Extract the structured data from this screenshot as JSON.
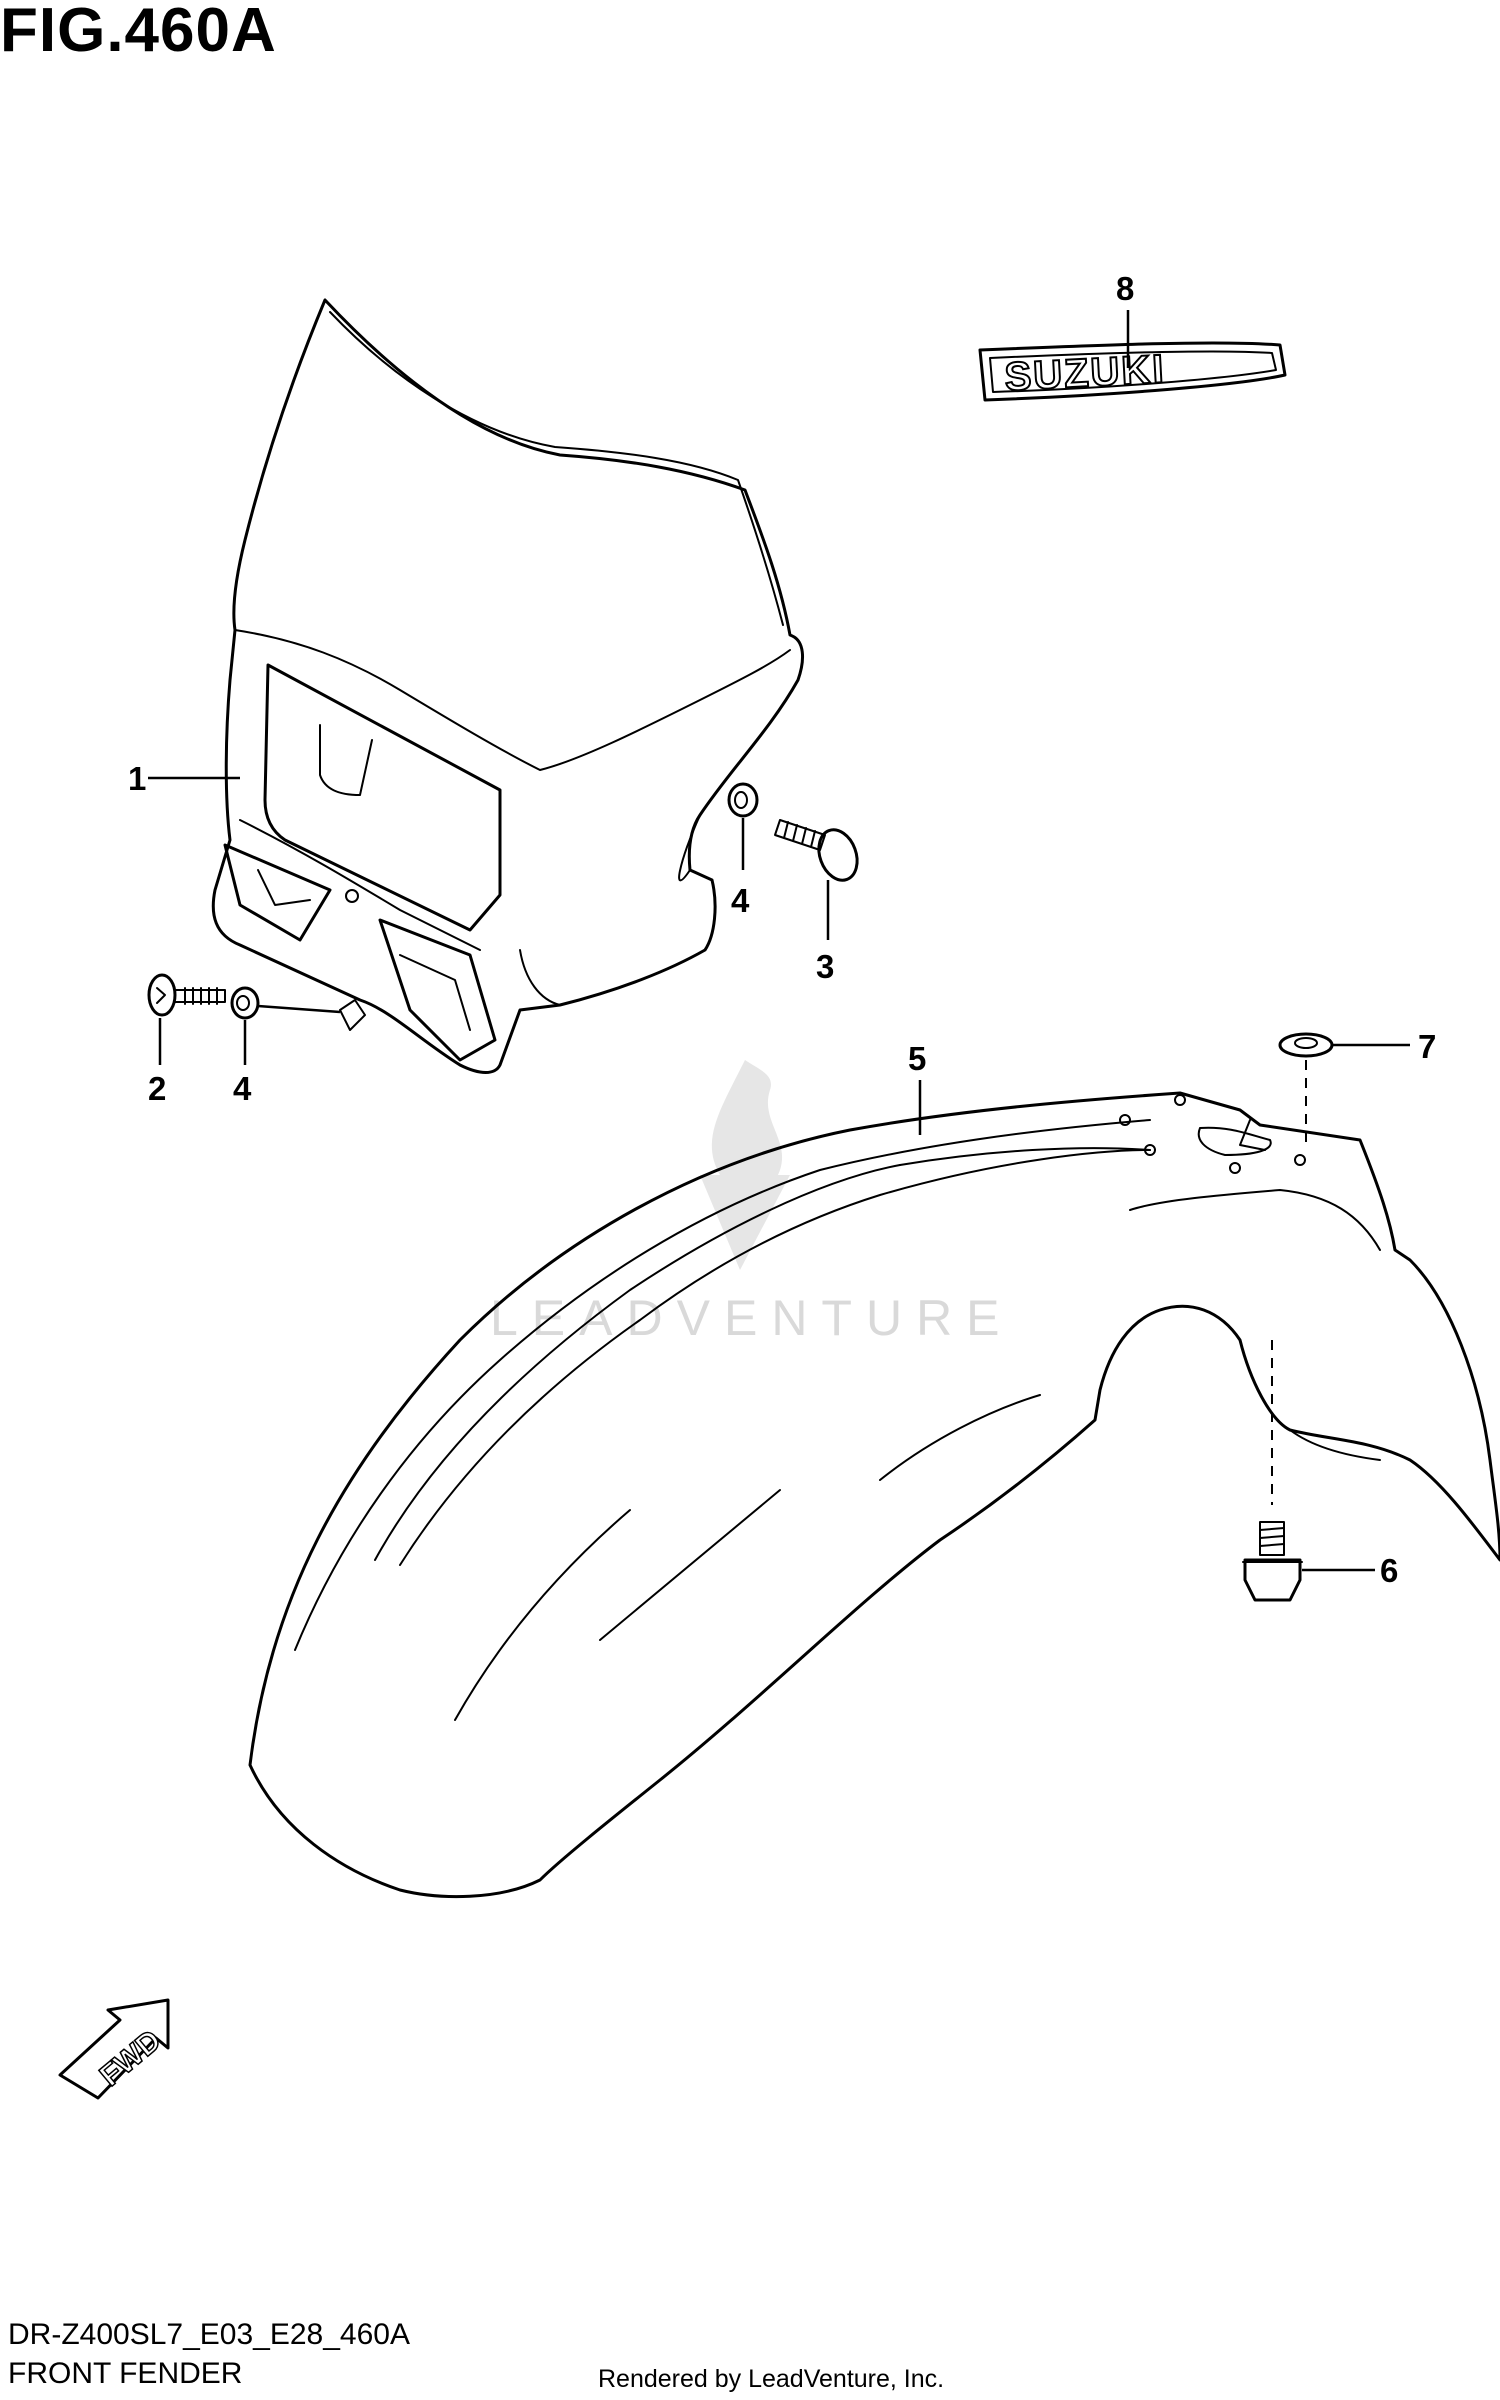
{
  "figure": {
    "title": "FIG.460A",
    "model_code": "DR-Z400SL7_E03_E28_460A",
    "section_name": "FRONT FENDER",
    "credit": "Rendered by LeadVenture, Inc."
  },
  "watermark": {
    "text": "LEADVENTURE"
  },
  "decal": {
    "text": "SUZUKI"
  },
  "fwd_arrow": {
    "text": "FWD"
  },
  "callouts": {
    "c1": "1",
    "c2": "2",
    "c3": "3",
    "c4a": "4",
    "c4b": "4",
    "c5": "5",
    "c6": "6",
    "c7": "7",
    "c8": "8"
  }
}
